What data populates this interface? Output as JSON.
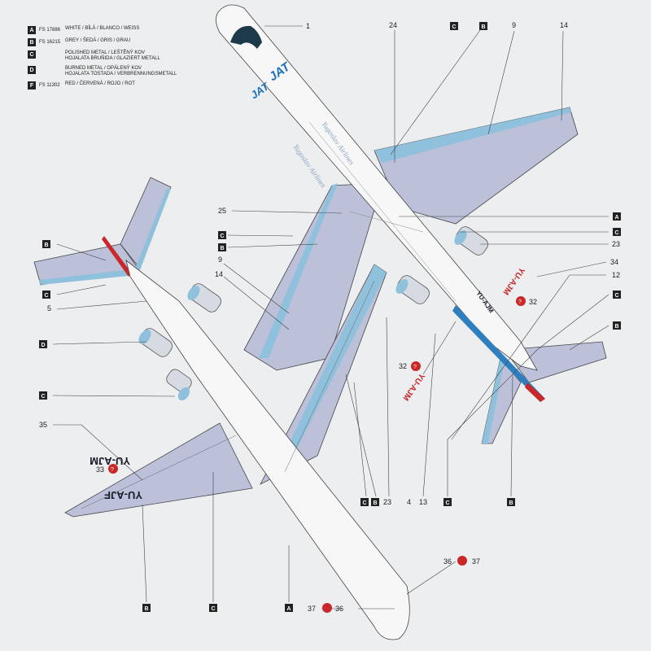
{
  "legend": [
    {
      "key": "A",
      "code": "FS 17886",
      "lines": [
        "WHITE / BÍLÁ / BLANCO / WEISS"
      ]
    },
    {
      "key": "B",
      "code": "FS 16215",
      "lines": [
        "GREY / ŠEDÁ / GRIS / GRAU"
      ]
    },
    {
      "key": "C",
      "code": "",
      "lines": [
        "POLISHED METAL / LEŠTĚNÝ KOV",
        "HOJALATA BRUÑIDA / GLAZIERT METALL"
      ]
    },
    {
      "key": "D",
      "code": "",
      "lines": [
        "BURNED METAL / OPÁLENÝ KOV",
        "HOJALATA TOSTADA / VERBRENNUNGSMETALL"
      ]
    },
    {
      "key": "F",
      "code": "FS 11302",
      "lines": [
        "RED / ČERVENÁ / ROJO / ROT"
      ]
    }
  ],
  "airline_logo": "JAT",
  "airline_script": "Yugoslav Airlines",
  "registrations": {
    "wing_left_a": "YU-AJM",
    "wing_left_b": "YU-AJF",
    "wing_right_a": "YU-AJM",
    "wing_right_b": "YU-AJM",
    "fuselage": "YU-AJM"
  },
  "callouts": {
    "c1": "1",
    "c24": "24",
    "c9_top": "9",
    "c14_top": "14",
    "c25": "25",
    "c23_right": "23",
    "c34": "34",
    "c12": "12",
    "c32_right": "32",
    "c9_left": "9",
    "c14_left": "14",
    "c5": "5",
    "c35": "35",
    "c33": "33",
    "c32_mid": "32",
    "c23_bottom": "23",
    "c4": "4",
    "c13": "13",
    "c36_top": "36",
    "c37_top": "37",
    "c37_bottom": "37",
    "c36_bottom": "36"
  },
  "tags": {
    "t_top_c": "C",
    "t_top_b": "B",
    "t_A_right": "A",
    "t_C_right": "C",
    "t_C_mid1": "C",
    "t_B_mid1": "B",
    "t_B_left": "B",
    "t_C_left": "C",
    "t_D_left": "D",
    "t_C_left2": "C",
    "t_C_right2": "C",
    "t_B_right2": "B",
    "t_C_bot1": "C",
    "t_B_bot1": "B",
    "t_C_bot2": "C",
    "t_B_bot2": "B",
    "t_B_bottom": "B",
    "t_C_bottom": "C",
    "t_A_bottom": "A"
  },
  "colors": {
    "white_fs17886": "#f7f7f7",
    "grey_fs16215": "#bcc0d8",
    "polished_metal": "#8fc0dc",
    "burned_metal": "#6a7f9a",
    "red_fs11302": "#c8282a",
    "jat_blue": "#1d6fb8"
  }
}
